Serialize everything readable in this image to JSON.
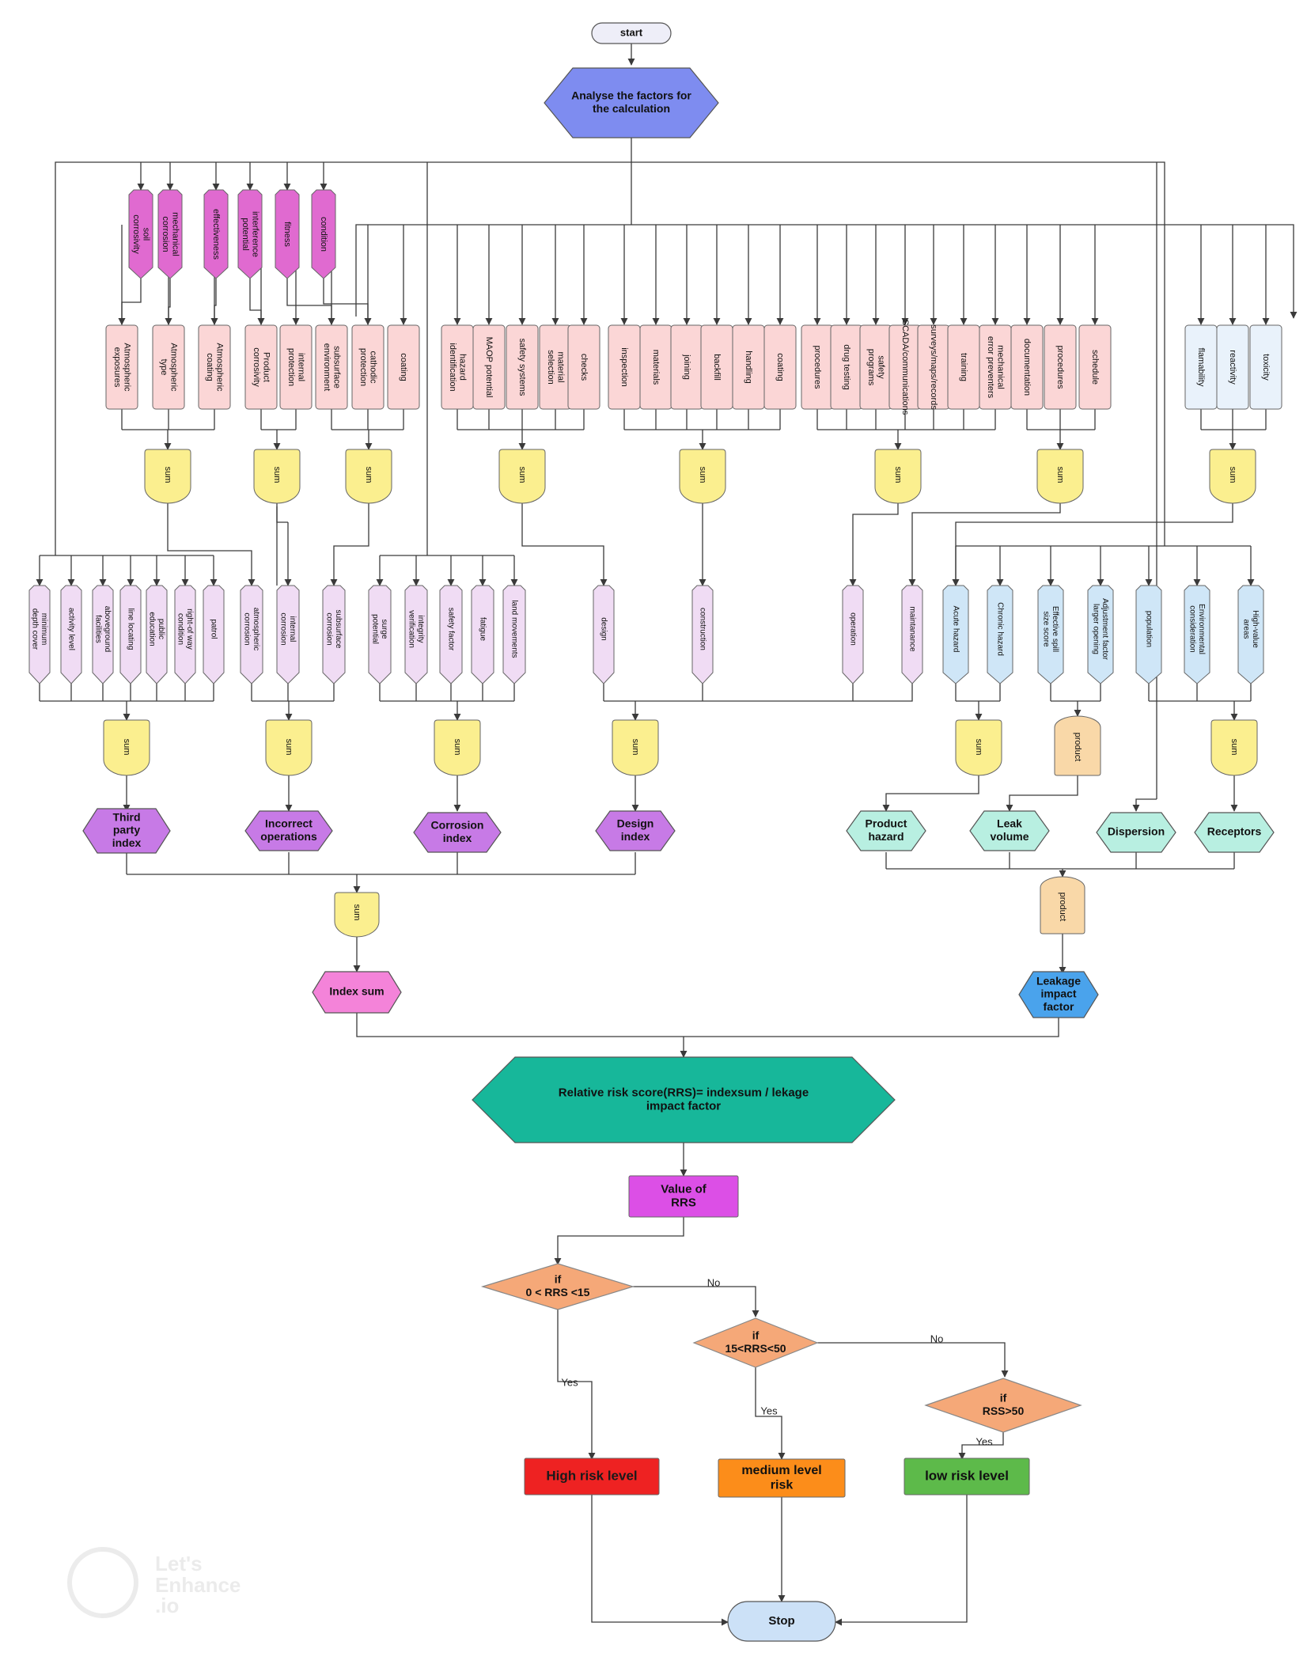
{
  "start": "start",
  "analyse": [
    "Analyse the factors for",
    "the calculation"
  ],
  "colors": {
    "magenta": "#e06ad0",
    "pink": "#fbd6d6",
    "yellow": "#fbef8f",
    "lavender": "#f0dcf4",
    "lightblue": "#cfe6f7",
    "palest": "#e9f2fb",
    "purple": "#c77ae6",
    "mint": "#b8efe1",
    "orange": "#f9d8a8",
    "index_pink": "#f483d9",
    "leak_blue": "#4aa3ec",
    "teal": "#17b79a",
    "rrs_magenta": "#dc4fe6",
    "diamond": "#f5a878",
    "red": "#ee2222",
    "orange_box": "#fc8d1a",
    "green": "#5dba4a",
    "stop": "#cce1f7",
    "indigo": "#7e8cf0",
    "line": "#3a3a3a"
  },
  "magenta_inputs": [
    "soil corrosivity",
    "mechanical corrosion",
    "effectiveness",
    "interference potential",
    "fitness",
    "condition"
  ],
  "pink_group_a": [
    "Atmospheric exposures",
    "Atmospheric type",
    "Atmospheric coating"
  ],
  "pink_group_b": [
    "Product corrosivity",
    "internal protection"
  ],
  "pink_group_c": [
    "subsurface environment",
    "cathodic protection",
    "coating"
  ],
  "pink_group_d": [
    "hazard identification",
    "MAOP potential",
    "safety systems",
    "material selection",
    "checks"
  ],
  "pink_group_e": [
    "inspection",
    "materials",
    "joining",
    "backfill",
    "handling",
    "coating"
  ],
  "pink_group_f": [
    "procedures",
    "drug testing",
    "safety programs",
    "SCADA/communications",
    "surveys/maps/records",
    "training",
    "mechanical error preventers"
  ],
  "pink_group_g": [
    "documentation",
    "procedures",
    "schedule"
  ],
  "blue_group": [
    "flamability",
    "reactivity",
    "toxicity"
  ],
  "sum_label": "sum",
  "product_label": "product",
  "lavender_group_tp": [
    "minimum depth cover",
    "activity level",
    "aboveground facilities",
    "line locating",
    "public education",
    "right-of way condition",
    "patrol"
  ],
  "lavender_group_io": [
    "atmospheric corrosion",
    "internal corrosion",
    "subsurface corrosion"
  ],
  "lavender_group_ci": [
    "surge potential",
    "integrity verification",
    "safety factor",
    "fatigue",
    "land movements"
  ],
  "lavender_group_di": [
    "design",
    "construction",
    "operation",
    "maintanance"
  ],
  "blue_group_2": [
    "Acute hazard",
    "Chronic hazard",
    "Effective spill size score",
    "Adjustment factor larger opening",
    "population",
    "Environmental consideration",
    "High-value areas"
  ],
  "indices": {
    "third_party": [
      "Third",
      "party",
      "index"
    ],
    "incorrect_ops": [
      "Incorrect",
      "operations"
    ],
    "corrosion": [
      "Corrosion",
      "index"
    ],
    "design": [
      "Design",
      "index"
    ]
  },
  "leak_factors": {
    "product_hazard": [
      "Product",
      "hazard"
    ],
    "leak_volume": [
      "Leak",
      "volume"
    ],
    "dispersion": [
      "Dispersion"
    ],
    "receptors": [
      "Receptors"
    ]
  },
  "index_sum": "Index sum",
  "leak_impact": [
    "Leakage",
    "impact",
    "factor"
  ],
  "rrs_formula": [
    "Relative risk score(RRS)= indexsum / lekage",
    "impact factor"
  ],
  "rrs_value": [
    "Value of",
    "RRS"
  ],
  "decisions": {
    "d1": [
      "if",
      "0 < RRS <15"
    ],
    "d2": [
      "if",
      "15<RRS<50"
    ],
    "d3": [
      "if",
      "RSS>50"
    ]
  },
  "branch_labels": {
    "yes": "Yes",
    "no": "No"
  },
  "outcomes": {
    "high": "High risk level",
    "medium": [
      "medium level",
      "risk"
    ],
    "low": "low risk level"
  },
  "stop": "Stop",
  "watermark": [
    "Let's",
    "Enhance",
    ".io"
  ]
}
